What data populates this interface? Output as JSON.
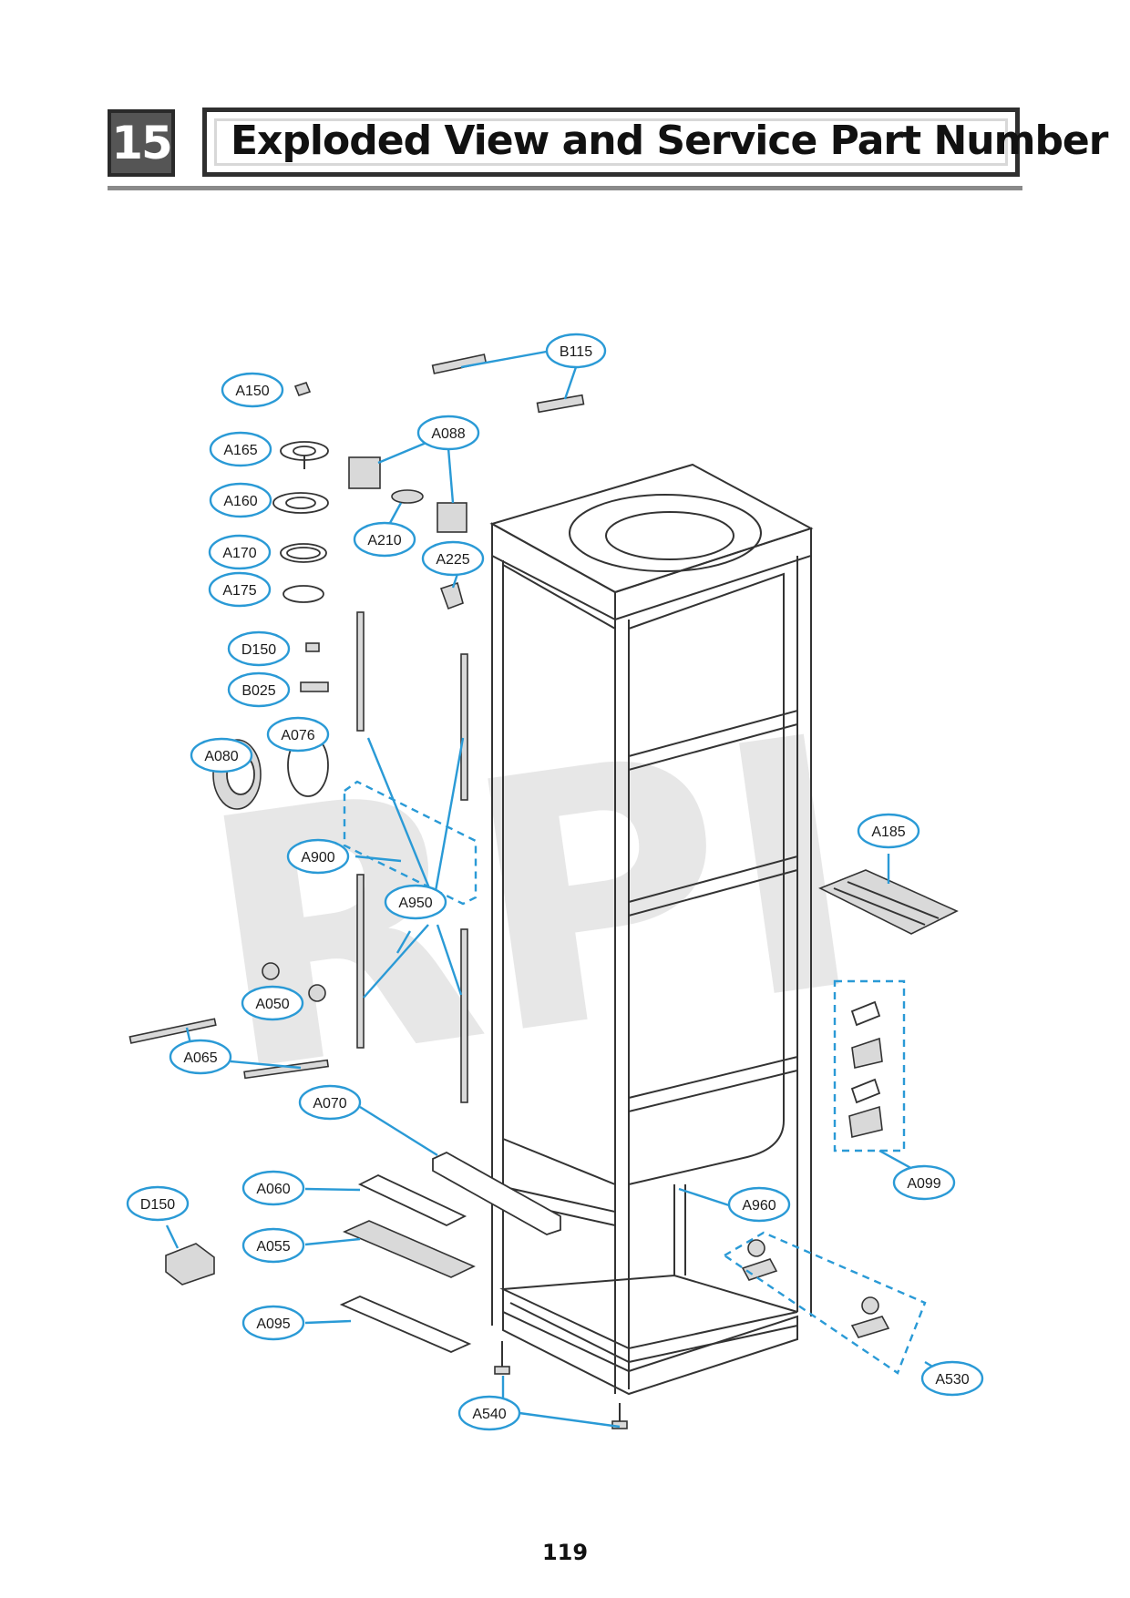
{
  "header": {
    "section_number": "15",
    "title": "Exploded View and Service Part Number"
  },
  "watermark": "RPI",
  "page_number": "119",
  "colors": {
    "callout": "#2a9ad6",
    "badge": "#555555"
  },
  "callouts": {
    "B115": "B115",
    "A150": "A150",
    "A165": "A165",
    "A088": "A088",
    "A160": "A160",
    "A210": "A210",
    "A170": "A170",
    "A225": "A225",
    "A175": "A175",
    "D150a": "D150",
    "B025": "B025",
    "A076": "A076",
    "A080": "A080",
    "A185": "A185",
    "A900": "A900",
    "A950": "A950",
    "A050": "A050",
    "A065": "A065",
    "A070": "A070",
    "A099": "A099",
    "A060": "A060",
    "A960": "A960",
    "D150b": "D150",
    "A055": "A055",
    "A095": "A095",
    "A530": "A530",
    "A540": "A540"
  }
}
